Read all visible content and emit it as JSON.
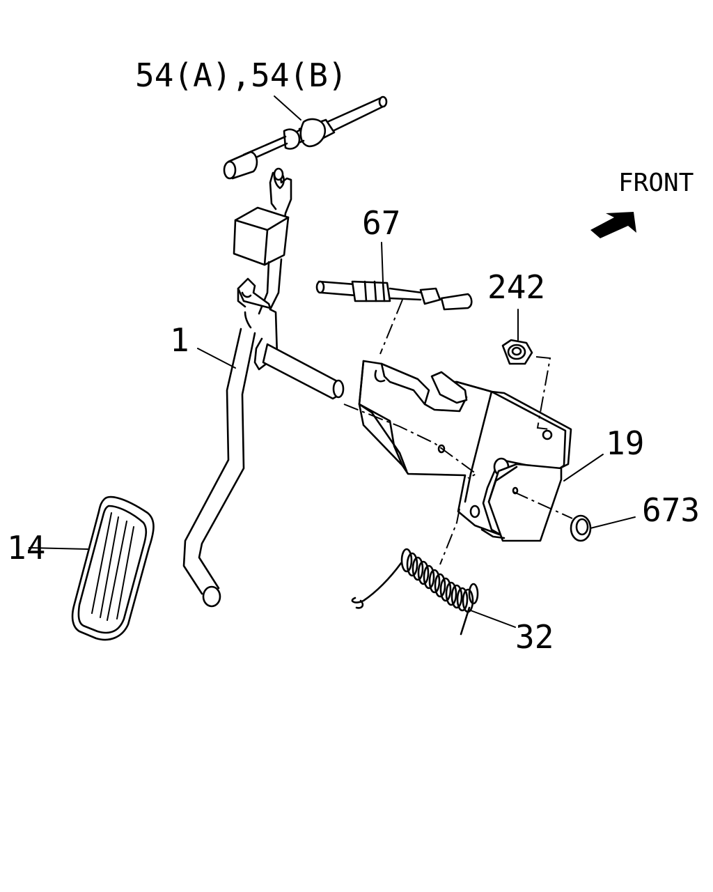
{
  "diagram": {
    "callouts": {
      "cable": "54(A),54(B)",
      "pin": "67",
      "nut": "242",
      "pedal_arm": "1",
      "bracket": "19",
      "washer": "673",
      "pedal_pad": "14",
      "spring": "32"
    },
    "direction": {
      "label": "FRONT"
    }
  }
}
